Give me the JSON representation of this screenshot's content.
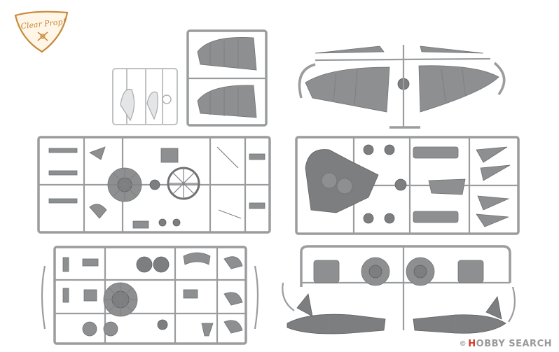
{
  "logo": {
    "text": "Clear Prop!"
  },
  "watermark": {
    "prefix": "©",
    "brand_h": "H",
    "brand_rest": "OBBY SEARCH"
  },
  "colors": {
    "part": "#8d8f91",
    "part_dark": "#6f7173",
    "sprue": "#9a9c9e",
    "clear": "#c9cbcd",
    "logo": "#c9893a",
    "watermark_red": "#d23a2a"
  },
  "sprues": [
    {
      "id": "clear-canopy"
    },
    {
      "id": "tailplanes"
    },
    {
      "id": "wings"
    },
    {
      "id": "engines-left"
    },
    {
      "id": "fuselage-parts"
    },
    {
      "id": "engine-parts"
    },
    {
      "id": "fuselage-halves"
    }
  ]
}
